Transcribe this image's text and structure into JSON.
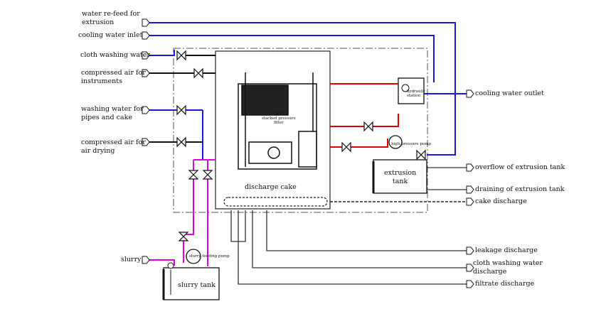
{
  "inputs": {
    "water_refeed": "water re-feed for\nextrusion",
    "cooling_water_inlet": "cooling water inlet",
    "cloth_washing_water": "cloth washing water",
    "compressed_air_instruments": "compressed air for\ninstruments",
    "washing_water_pipes_cake": "washing water for\npipes and cake",
    "compressed_air_drying": "compressed air for\nair drying",
    "slurry": "slurry"
  },
  "outputs": {
    "cooling_water_outlet": "cooling water outlet",
    "overflow_extrusion_tank": "overflow of extrusion tank",
    "draining_extrusion_tank": "draining of extrusion tank",
    "cake_discharge": "cake discharge",
    "leakage_discharge": "leakage discharge",
    "cloth_washing_discharge": "cloth washing water\ndischarge",
    "filtrate_discharge": "filtrate discharge"
  },
  "equipment": {
    "filter_label": "SPF\nstacked pressure\nfilter",
    "discharge_cake": "discharge cake",
    "hydraulic_station": "hydraulic\nstation",
    "high_pressure_pump": "high pressure pump",
    "extrusion_tank": "extrusion\ntank",
    "slurry_tank": "slurry tank",
    "slurry_feeding_pump": "slurry feeding pump"
  },
  "colors": {
    "water_line": "#1a1adb",
    "air_line": "#111111",
    "slurry_line": "#e000e0",
    "hydraulic_line": "#e00000",
    "discharge_line": "#333333"
  }
}
